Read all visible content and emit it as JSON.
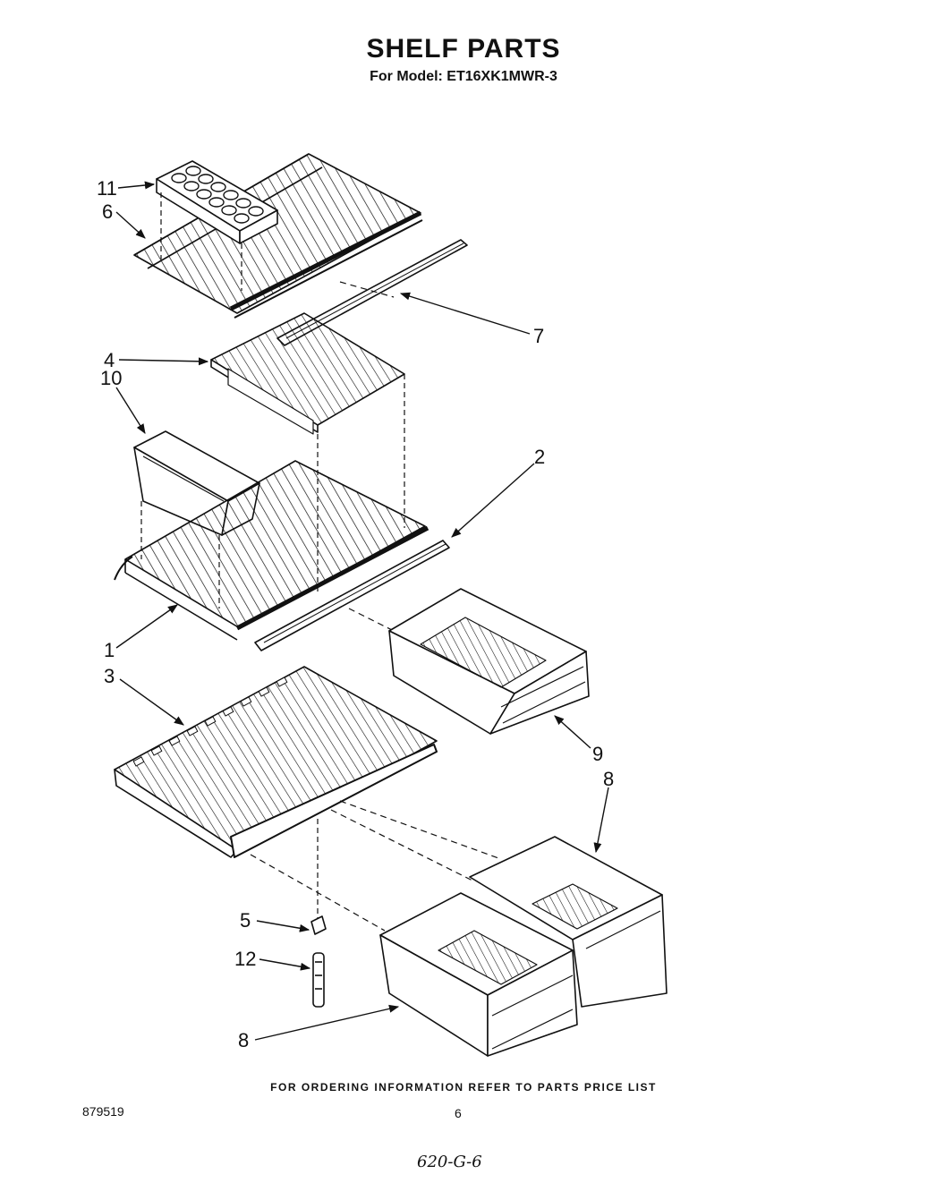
{
  "header": {
    "title": "SHELF PARTS",
    "model_line": "For Model: ET16XK1MWR-3"
  },
  "callouts": [
    {
      "id": "11",
      "label": "11"
    },
    {
      "id": "6",
      "label": "6"
    },
    {
      "id": "7",
      "label": "7"
    },
    {
      "id": "4",
      "label": "4"
    },
    {
      "id": "10",
      "label": "10"
    },
    {
      "id": "2",
      "label": "2"
    },
    {
      "id": "1",
      "label": "1"
    },
    {
      "id": "3",
      "label": "3"
    },
    {
      "id": "9",
      "label": "9"
    },
    {
      "id": "8a",
      "label": "8"
    },
    {
      "id": "5",
      "label": "5"
    },
    {
      "id": "12",
      "label": "12"
    },
    {
      "id": "8b",
      "label": "8"
    }
  ],
  "footer": {
    "ordering_note": "FOR ORDERING INFORMATION REFER TO PARTS PRICE LIST",
    "doc_number": "879519",
    "page_number": "6",
    "handwritten_note": "620-G-6"
  },
  "colors": {
    "line": "#111111",
    "background": "#ffffff"
  }
}
